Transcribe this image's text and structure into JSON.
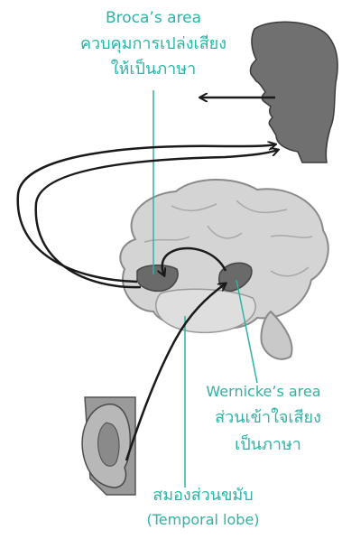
{
  "labels": {
    "broca_title": "Broca’s area",
    "broca_desc_1": "ควบคุมการเปล่งเสียง",
    "broca_desc_2": "ให้เป็นภาษา",
    "wernicke_title": "Wernicke’s area",
    "wernicke_desc_1": "ส่วนเข้าใจเสียง",
    "wernicke_desc_2": "เป็นภาษา",
    "temporal_title": "สมองส่วนขมับ",
    "temporal_sub": "(Temporal lobe)"
  },
  "colors": {
    "label_text": "#2bb3a6",
    "brain_fill": "#d4d4d4",
    "region_fill": "#6a6a6a",
    "head_fill": "#707070",
    "arrow_stroke": "#1a1a1a",
    "leader_line": "#2bb3a6"
  }
}
